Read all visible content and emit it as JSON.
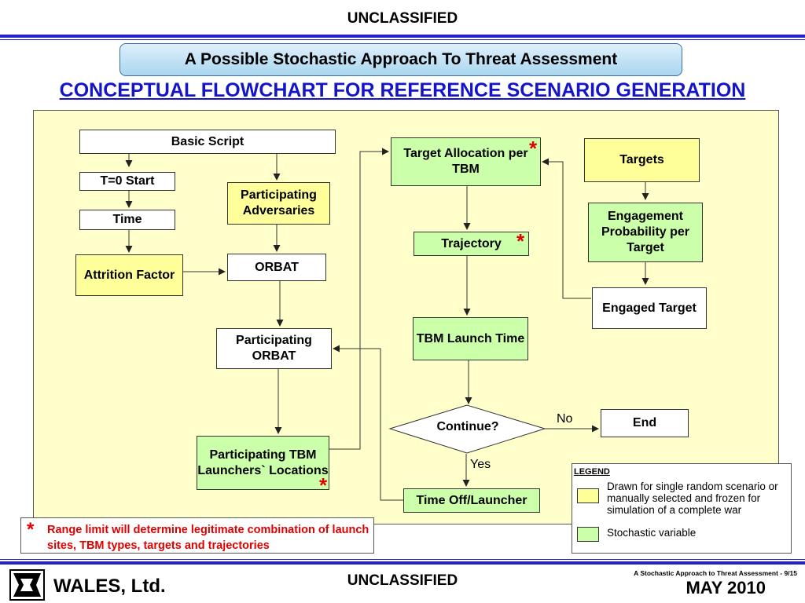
{
  "classification_top": "UNCLASSIFIED",
  "subtitle": "A Possible Stochastic Approach To Threat Assessment",
  "title": "CONCEPTUAL FLOWCHART FOR REFERENCE SCENARIO GENERATION",
  "flow": {
    "basic_script": "Basic Script",
    "start": "T=0   Start",
    "time": "Time",
    "attrition_factor": "Attrition Factor",
    "participating_adversaries": "Participating Adversaries",
    "orbat": "ORBAT",
    "participating_orbat": "Participating ORBAT",
    "tbm_launchers": "Participating TBM Launchers` Locations",
    "target_allocation": "Target Allocation per TBM",
    "trajectory": "Trajectory",
    "tbm_launch_time": "TBM Launch Time",
    "continue": "Continue?",
    "no_label": "No",
    "yes_label": "Yes",
    "end": "End",
    "time_off_launcher": "Time Off/Launcher",
    "targets": "Targets",
    "engagement_probability": "Engagement Probability per Target",
    "engaged_target": "Engaged Target",
    "star": "*"
  },
  "footnote": {
    "star": "*",
    "text": "Range limit will determine legitimate combination of launch sites, TBM types, targets and trajectories"
  },
  "legend": {
    "title": "LEGEND",
    "yellow_label": "Drawn for single random scenario or manually selected and frozen for simulation of a complete war",
    "green_label": "Stochastic variable"
  },
  "footer": {
    "company": "WALES,  Ltd.",
    "classification": "UNCLASSIFIED",
    "page_note": "A Stochastic Approach to Threat Assessment - 9/15",
    "date": "MAY 2010"
  },
  "colors": {
    "title_blue": "#1414c8",
    "rule_blue": "#2222cc",
    "panel_yellow": "#ffffcc",
    "box_yellow": "#ffff99",
    "box_green": "#ccffaa",
    "star_red": "#e00000"
  }
}
